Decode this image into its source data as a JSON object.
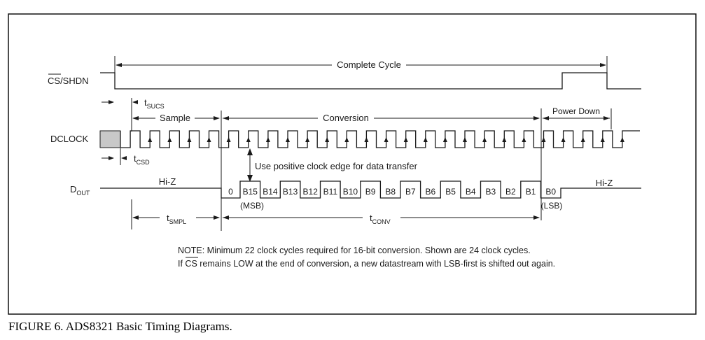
{
  "figure": {
    "caption": "FIGURE 6. ADS8321 Basic Timing Diagrams."
  },
  "signals": {
    "cs": {
      "bar": "CS",
      "rest": "/SHDN"
    },
    "dclock": "DCLOCK",
    "dout": {
      "main": "D",
      "sub": "OUT"
    }
  },
  "labels": {
    "complete_cycle": "Complete Cycle",
    "sample": "Sample",
    "conversion": "Conversion",
    "power_down": "Power Down",
    "clock_edge_note": "Use positive clock edge for data transfer",
    "hiz_left": "Hi-Z",
    "hiz_right": "Hi-Z",
    "msb": "(MSB)",
    "lsb": "(LSB)"
  },
  "timing": {
    "t_sucs": {
      "main": "t",
      "sub": "SUCS"
    },
    "t_csd": {
      "main": "t",
      "sub": "CSD"
    },
    "t_smpl": {
      "main": "t",
      "sub": "SMPL"
    },
    "t_conv": {
      "main": "t",
      "sub": "CONV"
    }
  },
  "dout_bits": [
    "0",
    "B15",
    "B14",
    "B13",
    "B12",
    "B11",
    "B10",
    "B9",
    "B8",
    "B7",
    "B6",
    "B5",
    "B4",
    "B3",
    "B2",
    "B1",
    "B0"
  ],
  "clock_cycles": 26,
  "note": {
    "line1": "NOTE: Minimum 22 clock cycles required for 16-bit conversion. Shown are 24 clock cycles.",
    "line2_pre": "If ",
    "line2_bar": "CS",
    "line2_post": " remains LOW at the end of conversion, a new datastream with LSB-first is shifted out again."
  }
}
